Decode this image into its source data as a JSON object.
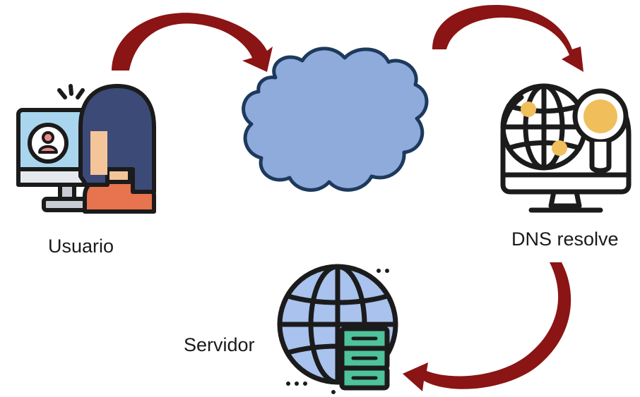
{
  "nodes": {
    "user": {
      "label": "Usuario"
    },
    "dns": {
      "label": "DNS resolve"
    },
    "server": {
      "label": "Servidor"
    }
  },
  "colors": {
    "arrow": "#8b1414",
    "cloud_fill": "#8fabdc",
    "outline": "#1b1b1b",
    "screen": "#a9d6ee",
    "hair": "#3c4a78",
    "skin": "#f5c59a",
    "shirt": "#e8734f",
    "globe": "#a9c2ee",
    "server_green": "#4ec29a",
    "accent_gold": "#f0bf5b"
  },
  "icons": [
    "user-at-computer-icon",
    "internet-cloud-icon",
    "dns-globe-monitor-icon",
    "server-globe-icon",
    "curved-arrow-icon"
  ]
}
